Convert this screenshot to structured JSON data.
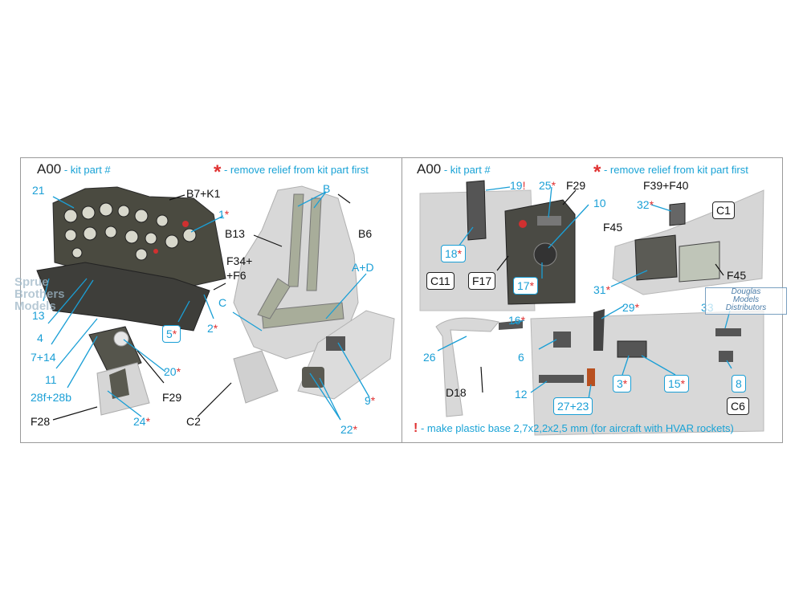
{
  "left_panel": {
    "code": "A00",
    "kit_note": " - kit part #",
    "star": "*",
    "relief_note": " - remove relief from kit part first",
    "labels": {
      "l21": "21",
      "b7k1": "B7+K1",
      "l1": "1",
      "b13": "B13",
      "b6": "B6",
      "b": "B",
      "f34": "F34+",
      "f6": "+F6",
      "ad": "A+D",
      "c": "C",
      "l13": "13",
      "l4": "4",
      "l714": "7+14",
      "l11": "11",
      "l2": "2",
      "l5": "5",
      "l20": "20",
      "l28f": "28f+28b",
      "f29": "F29",
      "l9": "9",
      "f28": "F28",
      "l24": "24",
      "c2": "C2",
      "l22": "22"
    }
  },
  "right_panel": {
    "code": "A00",
    "kit_note": " - kit part #",
    "star": "*",
    "relief_note": " - remove relief from kit part first",
    "labels": {
      "l19": "19",
      "excl": "!",
      "l25": "25",
      "f29": "F29",
      "f39": "F39+F40",
      "l10": "10",
      "l32": "32",
      "c1": "C1",
      "f45a": "F45",
      "l18": "18",
      "c11": "C11",
      "f17": "F17",
      "l17": "17",
      "l31": "31",
      "f45b": "F45",
      "l33": "33",
      "l16": "16",
      "l29": "29",
      "l26": "26",
      "l6": "6",
      "l3": "3",
      "l15": "15",
      "l8": "8",
      "d18": "D18",
      "l12": "12",
      "l2723": "27+23",
      "c6": "C6"
    },
    "footnote_mark": "!",
    "footnote": " - make plastic base 2,7x2,2x2,5 mm (for aircraft with HVAR rockets)"
  },
  "watermarks": {
    "sprue1": "Sprue",
    "sprue2": "Brothers",
    "sprue3": "Models",
    "dmd1": "Douglas",
    "dmd2": "Models",
    "dmd3": "Distributors"
  },
  "colors": {
    "accent_blue": "#1a9fd6",
    "star_red": "#e03030",
    "part_grey": "#d8d8d8"
  }
}
